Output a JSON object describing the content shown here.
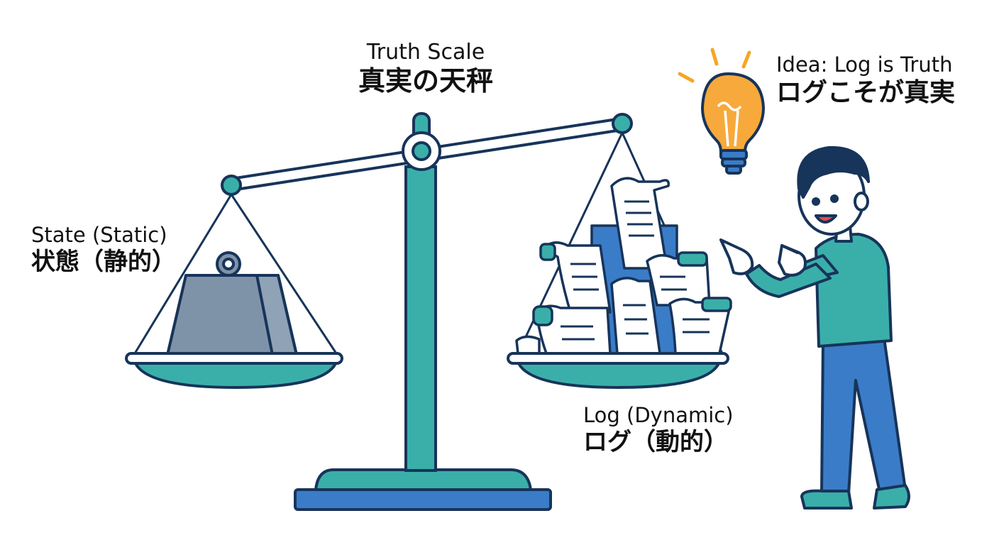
{
  "title": {
    "en": "Truth Scale",
    "ja": "真実の天秤"
  },
  "left_pan": {
    "en": "State (Static)",
    "ja": "状態（静的）",
    "icon": "weight-icon"
  },
  "right_pan": {
    "en": "Log (Dynamic)",
    "ja": "ログ（動的）",
    "icon": "scroll-icon"
  },
  "idea": {
    "en": "Idea: Log is Truth",
    "ja": "ログこそが真実",
    "icon": "lightbulb-icon"
  },
  "colors": {
    "teal": "#3aafa9",
    "navy": "#17345a",
    "blue": "#3a7cc7",
    "weight_gray": "#7f93a8",
    "bulb_orange": "#f7a93b",
    "ray_orange": "#f5a623",
    "skin": "#ffffff",
    "hair": "#17345a"
  }
}
